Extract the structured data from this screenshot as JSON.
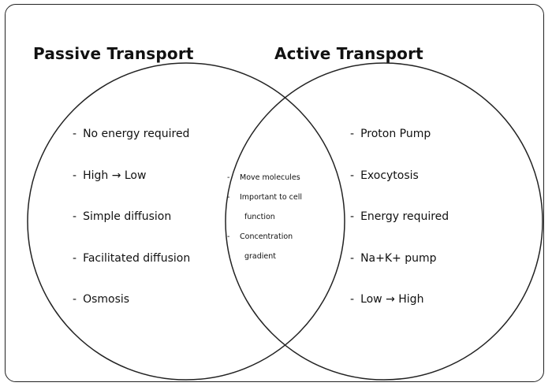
{
  "headings": {
    "left": "Passive Transport",
    "right": "Active Transport"
  },
  "passive": {
    "items": [
      "No energy required",
      "High → Low",
      "Simple diffusion",
      "Facilitated diffusion",
      "Osmosis"
    ]
  },
  "both": {
    "items": [
      "Move molecules",
      "Important to cell",
      "Concentration"
    ],
    "continuations": [
      "function",
      "gradient"
    ]
  },
  "active": {
    "items": [
      "Proton Pump",
      "Exocytosis",
      "Energy required",
      "Na+K+ pump",
      "Low → High"
    ]
  },
  "colors": {
    "stroke": "#222222",
    "text": "#111111",
    "background": "#ffffff"
  }
}
